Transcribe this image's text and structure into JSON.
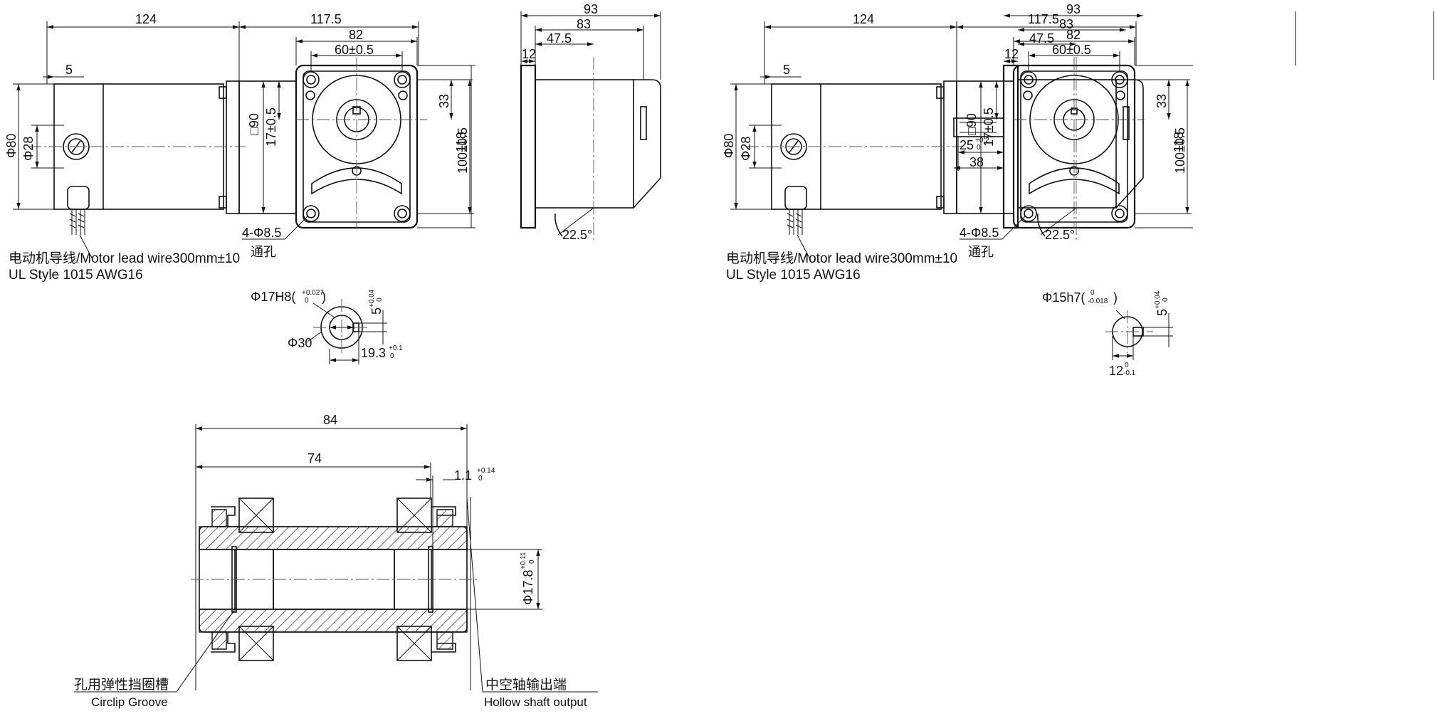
{
  "view_left": {
    "dims": {
      "motor_len": "124",
      "gear_len": "117.5",
      "width_93": "93",
      "d82": "82",
      "d60": "60±0.5",
      "d83": "83",
      "d47_5": "47.5",
      "d12": "12",
      "d5": "5",
      "phi80": "Φ80",
      "phi28": "Φ28",
      "sq90": "□90",
      "d17": "17±0.5",
      "d33": "33",
      "d100": "100±0.5",
      "d118": "118",
      "angle": "22.5°",
      "holes": "4-Φ8.5",
      "holes_cn": "通孔"
    },
    "lead_wire_1": "电动机导线/Motor lead wire300mm±10",
    "lead_wire_2": "UL Style 1015 AWG16",
    "bore_detail": {
      "phi17h8": "Φ17H8(",
      "tol_up": "+0.027",
      "tol_low": "0",
      "close": ")",
      "phi30": "Φ30",
      "key5": "5",
      "key5_tol": "+0.04",
      "key5_tol0": "0",
      "d19_3": "19.3",
      "d19_3_tol": "+0.1",
      "d19_3_tol0": "0"
    }
  },
  "view_right": {
    "dims": {
      "motor_len": "124",
      "gear_len": "117.5",
      "width_93": "93",
      "d82": "82",
      "d60": "60±0.5",
      "d83": "83",
      "d47_5": "47.5",
      "d12": "12",
      "d5": "5",
      "phi80": "Φ80",
      "phi28": "Φ28",
      "sq90": "□90",
      "d17": "17±0.5",
      "d33": "33",
      "d100": "100±0.5",
      "d118": "118",
      "angle": "22.5°",
      "holes": "4-Φ8.5",
      "holes_cn": "通孔",
      "d25": "25",
      "d25_tol": "+0.2",
      "d25_tol0": "0",
      "d38": "38"
    },
    "lead_wire_1": "电动机导线/Motor lead wire300mm±10",
    "lead_wire_2": "UL Style 1015 AWG16",
    "shaft_detail": {
      "phi15h7": "Φ15h7(",
      "tol_up": "0",
      "tol_low": "-0.018",
      "close": ")",
      "key5": "5",
      "key5_tol": "+0.04",
      "key5_tol0": "0",
      "d12": "12",
      "d12_tol": "0",
      "d12_tol_low": "-0.1"
    }
  },
  "section_view": {
    "d84": "84",
    "d74": "74",
    "d1_1": "1.1",
    "d1_1_tol": "+0.14",
    "d1_1_tol0": "0",
    "phi17_8": "Φ17.8",
    "phi17_8_tol": "+0.11",
    "phi17_8_tol0": "0",
    "circlip_cn": "孔用弹性挡圈槽",
    "circlip_en": "Circlip Groove",
    "hollow_cn": "中空轴输出端",
    "hollow_en": "Hollow shaft output"
  }
}
